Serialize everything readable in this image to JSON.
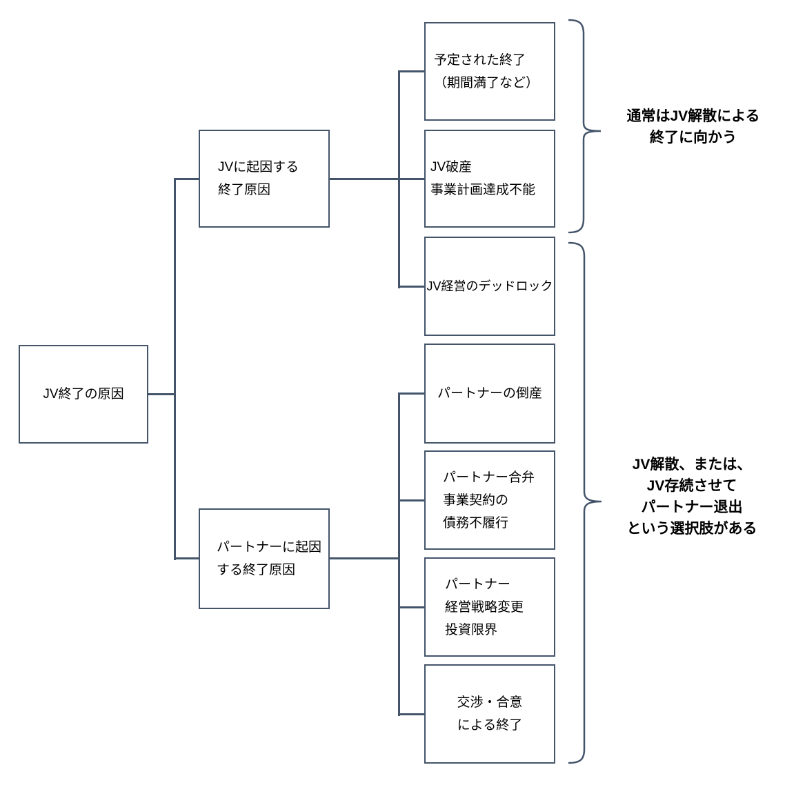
{
  "colors": {
    "line": "#44546A",
    "text": "#000000"
  },
  "diagram": {
    "root": {
      "label": "JV終了の原因"
    },
    "branches": [
      {
        "label": "JVに起因する\n終了原因"
      },
      {
        "label": "パートナーに起因\nする終了原因"
      }
    ],
    "leaves": [
      {
        "label": "予定された終了\n（期間満了など）"
      },
      {
        "label": "JV破産\n事業計画達成不能"
      },
      {
        "label": "JV経営のデッドロック"
      },
      {
        "label": "パートナーの倒産"
      },
      {
        "label": "パートナー合弁\n事業契約の\n債務不履行"
      },
      {
        "label": "パートナー\n経営戦略変更\n投資限界"
      },
      {
        "label": "交渉・合意\nによる終了"
      }
    ],
    "annotations": [
      {
        "label": "通常はJV解散による\n終了に向かう"
      },
      {
        "label": "JV解散、または、\nJV存続させて\nパートナー退出\nという選択肢がある"
      }
    ]
  }
}
